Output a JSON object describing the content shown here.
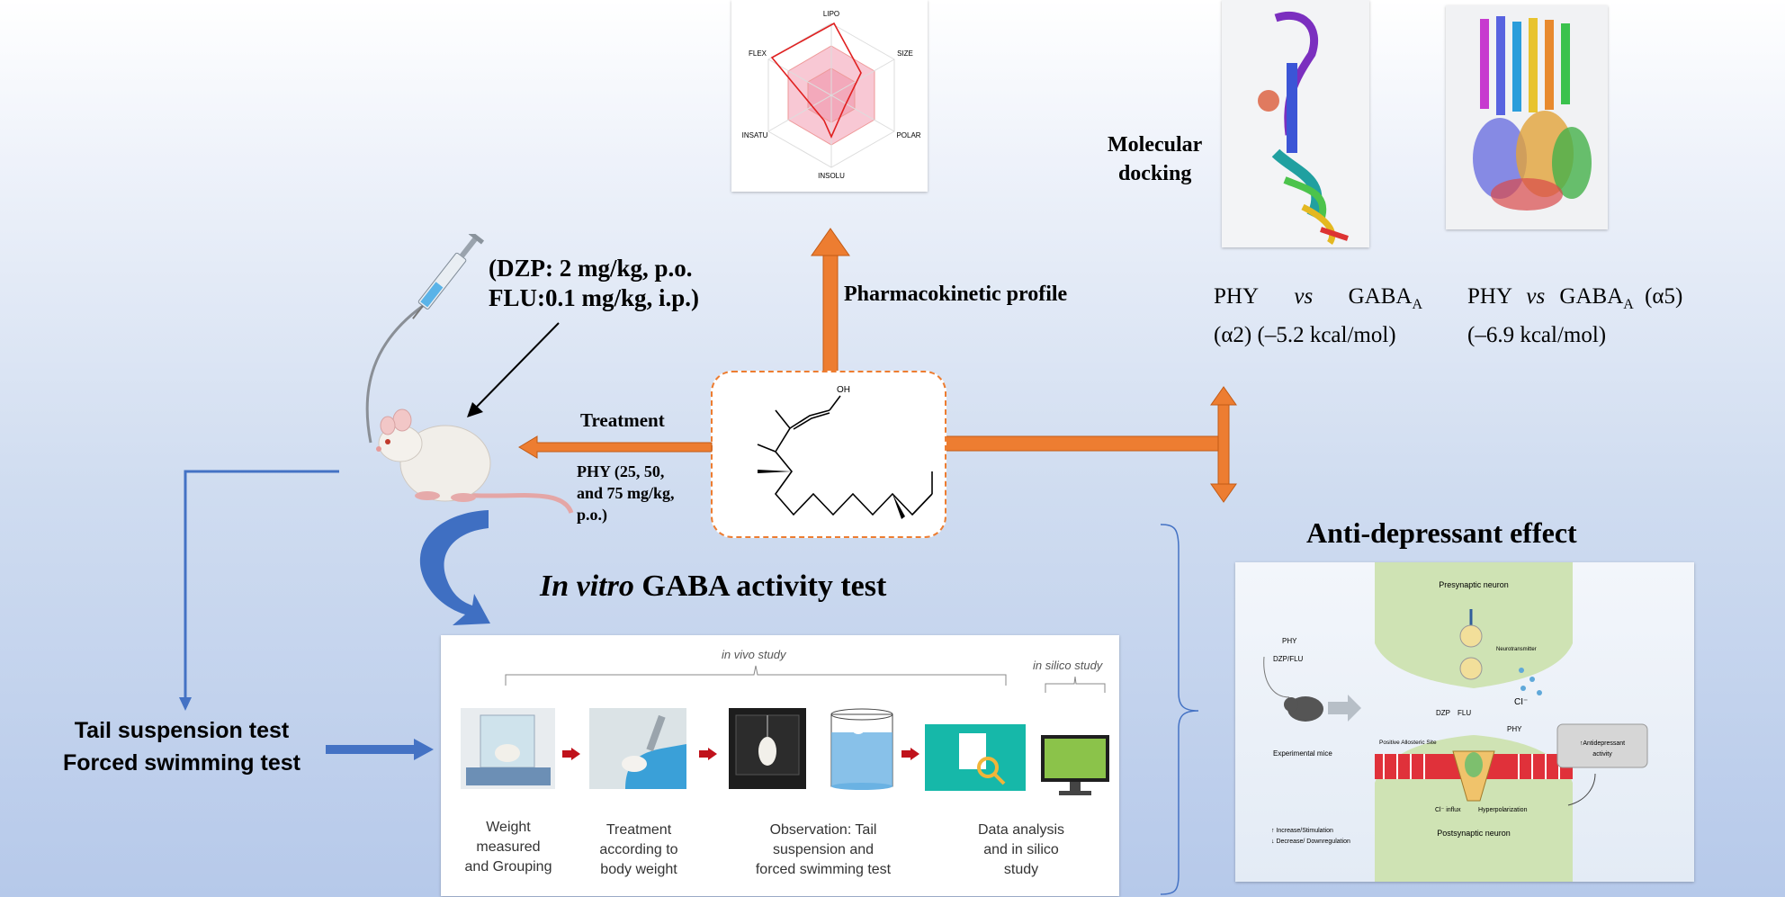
{
  "radar": {
    "axes": [
      "LIPO",
      "SIZE",
      "POLAR",
      "INSOLU",
      "INSATU",
      "FLEX"
    ]
  },
  "dose": {
    "line1": "(DZP: 2 mg/kg, p.o.",
    "line2": "FLU:0.1 mg/kg, i.p.)"
  },
  "pk_label": "Pharmacokinetic profile",
  "docking": {
    "title_line1": "Molecular",
    "title_line2": "docking",
    "cap1_line1": "PHY",
    "cap1_vs": "vs",
    "cap1_gaba": "GABA",
    "cap1_sub": "A",
    "cap1_line2": "(α2) (–5.2 kcal/mol)",
    "cap2_line1": "PHY",
    "cap2_vs": "vs",
    "cap2_gaba": "GABA",
    "cap2_sub": "A",
    "cap2_alpha": "(α5)",
    "cap2_line2": "(–6.9 kcal/mol)"
  },
  "treatment": {
    "label": "Treatment",
    "line1": "PHY (25, 50,",
    "line2": "and 75 mg/kg,",
    "line3": "p.o.)"
  },
  "molecule": {
    "oh": "OH"
  },
  "gaba_title": {
    "italic": "In vitro",
    "rest": "GABA activity test"
  },
  "tests": {
    "line1": "Tail suspension test",
    "line2": "Forced swimming test"
  },
  "workflow": {
    "invivo": "in vivo study",
    "insilico": "in silico study",
    "steps": [
      {
        "l1": "Weight",
        "l2": "measured",
        "l3": "and Grouping"
      },
      {
        "l1": "Treatment",
        "l2": "according to",
        "l3": "body weight"
      },
      {
        "l1": "Observation: Tail",
        "l2": "suspension and",
        "l3": "forced swimming test"
      },
      {
        "l1": "Data analysis",
        "l2": "and in silico",
        "l3": "study"
      }
    ]
  },
  "antidep": {
    "title": "Anti-depressant effect",
    "pre": "Presynaptic neuron",
    "post": "Postsynaptic neuron",
    "phy": "PHY",
    "dzpflu": "DZP/FLU",
    "mice": "Experimental mice",
    "neuro": "Neurotransmitter",
    "cl": "CI⁻",
    "dzp": "DZP",
    "flu": "FLU",
    "phy2": "PHY",
    "pas": "Positive Allosteric Site",
    "influx": "Cl⁻ influx",
    "hyper": "Hyperpolarization",
    "box_l1": "↑Antidepressant",
    "box_l2": "activity",
    "legend1": "↑ Increase/Stimulation",
    "legend2": "↓ Decrease/ Downregulation"
  },
  "colors": {
    "orange": "#ED7D31",
    "blue": "#4472C4"
  }
}
